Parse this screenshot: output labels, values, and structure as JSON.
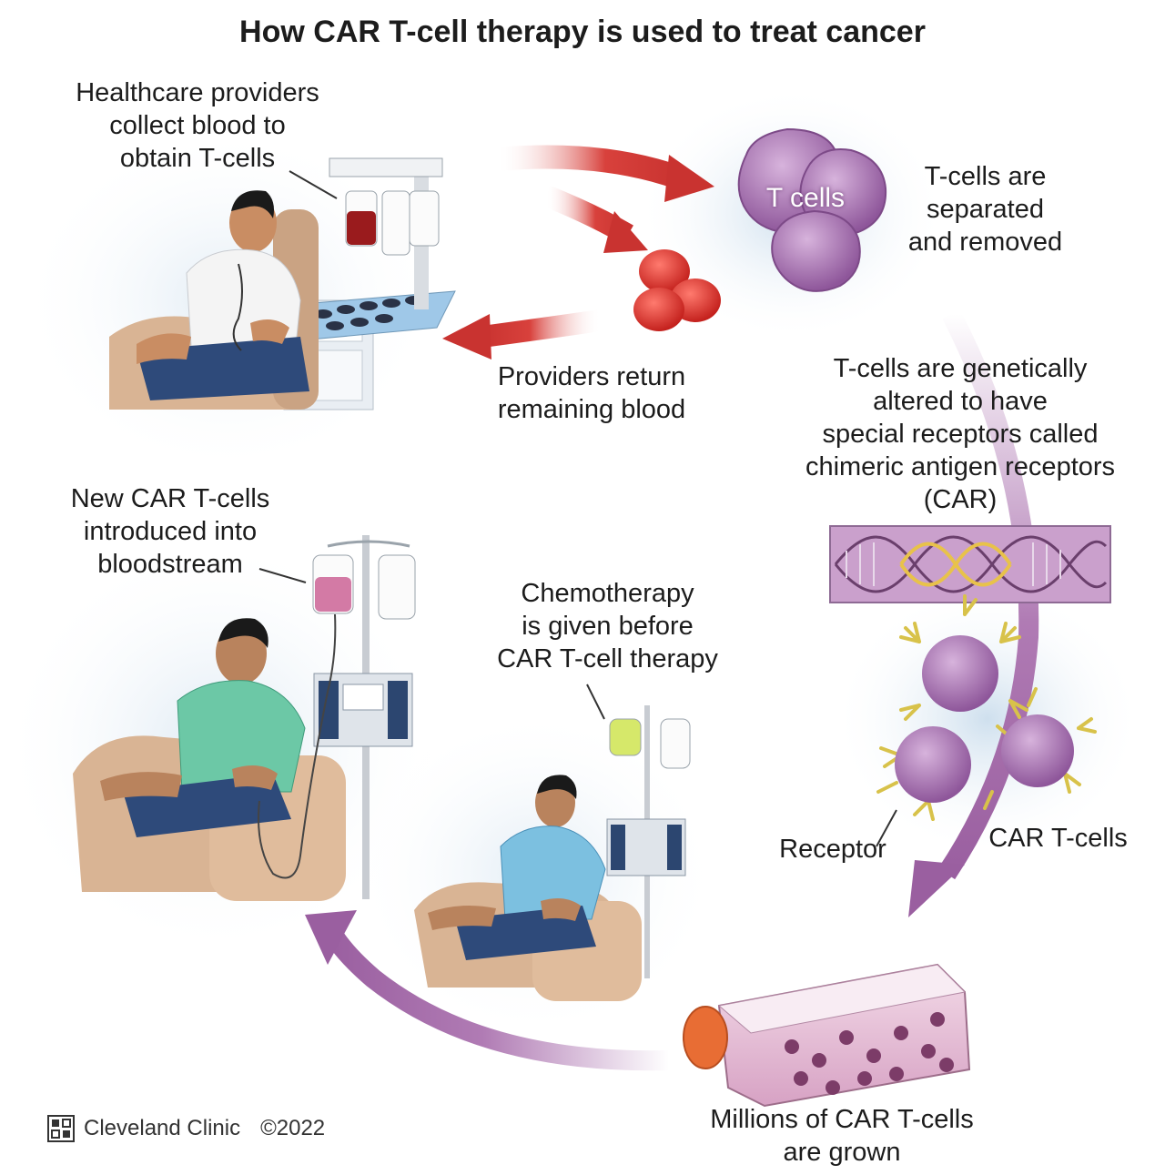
{
  "title": "How CAR T-cell therapy is used to treat cancer",
  "steps": {
    "collect": "Healthcare providers\ncollect blood to\nobtain T-cells",
    "separate": "T-cells are\nseparated\nand removed",
    "return": "Providers return\nremaining blood",
    "alter": "T-cells are genetically\naltered to have\nspecial receptors called\nchimeric antigen receptors\n(CAR)",
    "grow": "Millions of CAR T-cells\nare grown",
    "chemo": "Chemotherapy\nis given before\nCAR T-cell therapy",
    "infuse": "New CAR T-cells\nintroduced into\nbloodstream"
  },
  "cell_labels": {
    "t_cells": "T cells",
    "receptor": "Receptor",
    "car_t_cells": "CAR T-cells"
  },
  "footer": {
    "brand": "Cleveland Clinic",
    "copyright": "©2022"
  },
  "colors": {
    "red_arrow": "#d8413c",
    "purple_arrow": "#b07bb4",
    "t_cell": "#a86fb0",
    "red_blood_cell": "#e23a35",
    "receptor": "#d8c24a",
    "shirt_white": "#f4f4f4",
    "shirt_green": "#6cc8a6",
    "shirt_blue": "#7cc0e0",
    "chair": "#d9b494",
    "jeans": "#2e4a7a"
  }
}
